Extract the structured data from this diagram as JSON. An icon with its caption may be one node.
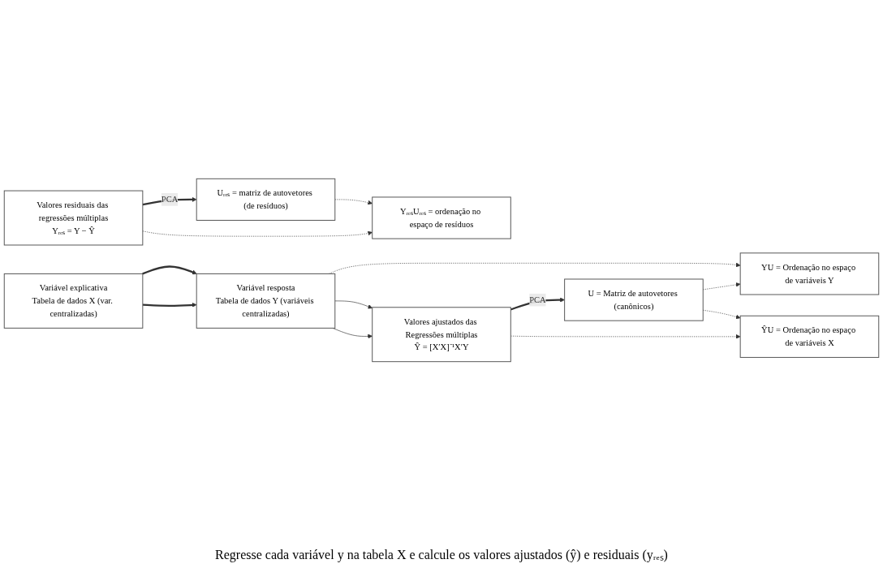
{
  "diagram": {
    "nodes": [
      {
        "text": [
          "Variável resposta",
          "Tabela de dados Y (variáveis centralizadas)"
        ]
      },
      {
        "text": [
          "Variável explicativa",
          "Tabela de dados X (var. centralizadas)"
        ]
      },
      {
        "text": [
          "YU = Ordenação no espaço de variáveis Y"
        ]
      },
      {
        "text": [
          "Valores ajustados das Regressões múltiplas",
          "Ŷ = [X′X]⁻¹X′Y"
        ]
      },
      {
        "text": [
          "U = Matriz de autovetores (canônicos)"
        ]
      },
      {
        "text": [
          "ŶU = Ordenação no espaço de variáveis X"
        ]
      },
      {
        "text": [
          "Valores residuais das regressões múltiplas",
          "Yᵣₑₛ = Y − Ŷ"
        ]
      },
      {
        "text": [
          "Uᵣₑₛ = matriz de autovetores (de resíduos)"
        ]
      },
      {
        "text": [
          "YᵣₑₛUᵣₑₛ = ordenação no espaço de resíduos"
        ]
      }
    ],
    "edges": [
      {
        "from": 0,
        "to": 2,
        "arrow": "to",
        "style": "dashed"
      },
      {
        "from": 1,
        "to": 0,
        "arrow": "to",
        "style": "thick"
      },
      {
        "from": 1,
        "to": 0,
        "arrow": "to",
        "style": "thick"
      },
      {
        "from": 0,
        "to": 3,
        "arrow": "to"
      },
      {
        "from": 0,
        "to": 3,
        "arrow": "to"
      },
      {
        "from": 3,
        "to": 4,
        "arrow": "to",
        "style": "thick",
        "label": "PCA"
      },
      {
        "from": 4,
        "to": 2,
        "arrow": "to",
        "style": "dashed"
      },
      {
        "from": 4,
        "to": 5,
        "arrow": "to",
        "style": "dashed"
      },
      {
        "from": 3,
        "to": 5,
        "arrow": "to",
        "style": "dashed"
      },
      {
        "from": 6,
        "to": 7,
        "arrow": "to",
        "style": "thick",
        "label": "PCA"
      },
      {
        "from": 7,
        "to": 8,
        "arrow": "to",
        "style": "dashed"
      },
      {
        "from": 6,
        "to": 8,
        "arrow": "to",
        "style": "dashed"
      }
    ],
    "labels": [
      "Regresse cada variável y na tabela X e calcule os valores ajustados (ŷ) e residuais (yᵣₑₛ)"
    ]
  }
}
